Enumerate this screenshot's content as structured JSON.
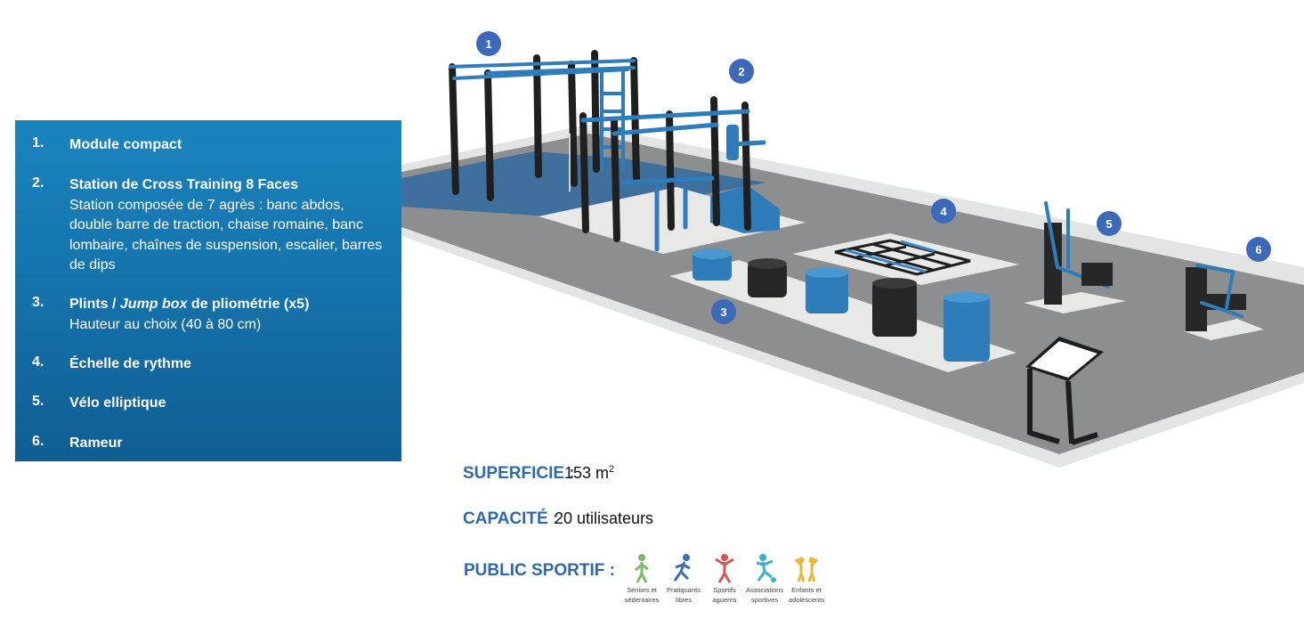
{
  "list": [
    {
      "num": "1.",
      "title": "Module compact",
      "desc": ""
    },
    {
      "num": "2.",
      "title": "Station de Cross Training 8 Faces",
      "desc": "Station composée de 7 agrès : banc abdos, double barre de traction, chaise romaine, banc lombaire, chaînes de suspension, escalier, barres de dips"
    },
    {
      "num": "3.",
      "title_prefix": "Plints / ",
      "title_italic": "Jump box",
      "title_suffix": " de pliométrie (x5)",
      "desc": "Hauteur au choix (40 à 80 cm)"
    },
    {
      "num": "4.",
      "title": "Échelle de rythme",
      "desc": ""
    },
    {
      "num": "5.",
      "title": "Vélo elliptique",
      "desc": ""
    },
    {
      "num": "6.",
      "title": "Rameur",
      "desc": ""
    }
  ],
  "markers": [
    "1",
    "2",
    "3",
    "4",
    "5",
    "6"
  ],
  "info": {
    "superficie_label": "SUPERFICIE :",
    "superficie_value": "153 m",
    "superficie_unit_sup": "2",
    "capacite_label": "CAPACITÉ :",
    "capacite_value": "20 utilisateurs",
    "public_label": "PUBLIC SPORTIF :"
  },
  "publics": [
    {
      "line1": "Séniors et",
      "line2": "sédentaires",
      "color": "#7dbb6a",
      "icon": "senior-icon"
    },
    {
      "line1": "Pratiquants",
      "line2": "libres",
      "color": "#3a6fb5",
      "icon": "runner-icon"
    },
    {
      "line1": "Sportifs",
      "line2": "aguerris",
      "color": "#d9534f",
      "icon": "athlete-icon"
    },
    {
      "line1": "Associations",
      "line2": "sportives",
      "color": "#3ab0c9",
      "icon": "football-icon"
    },
    {
      "line1": "Enfants et",
      "line2": "adolescents",
      "color": "#f0b43a",
      "icon": "kids-icon"
    }
  ],
  "colors": {
    "panel": "#1576b0",
    "marker": "#3d6ab8",
    "label_blue": "#2f69ad",
    "ground": "#8a8c8e",
    "border": "#e2e2e2",
    "equipment_blue": "#2e7dba",
    "equipment_dark": "#2a2a2a"
  }
}
